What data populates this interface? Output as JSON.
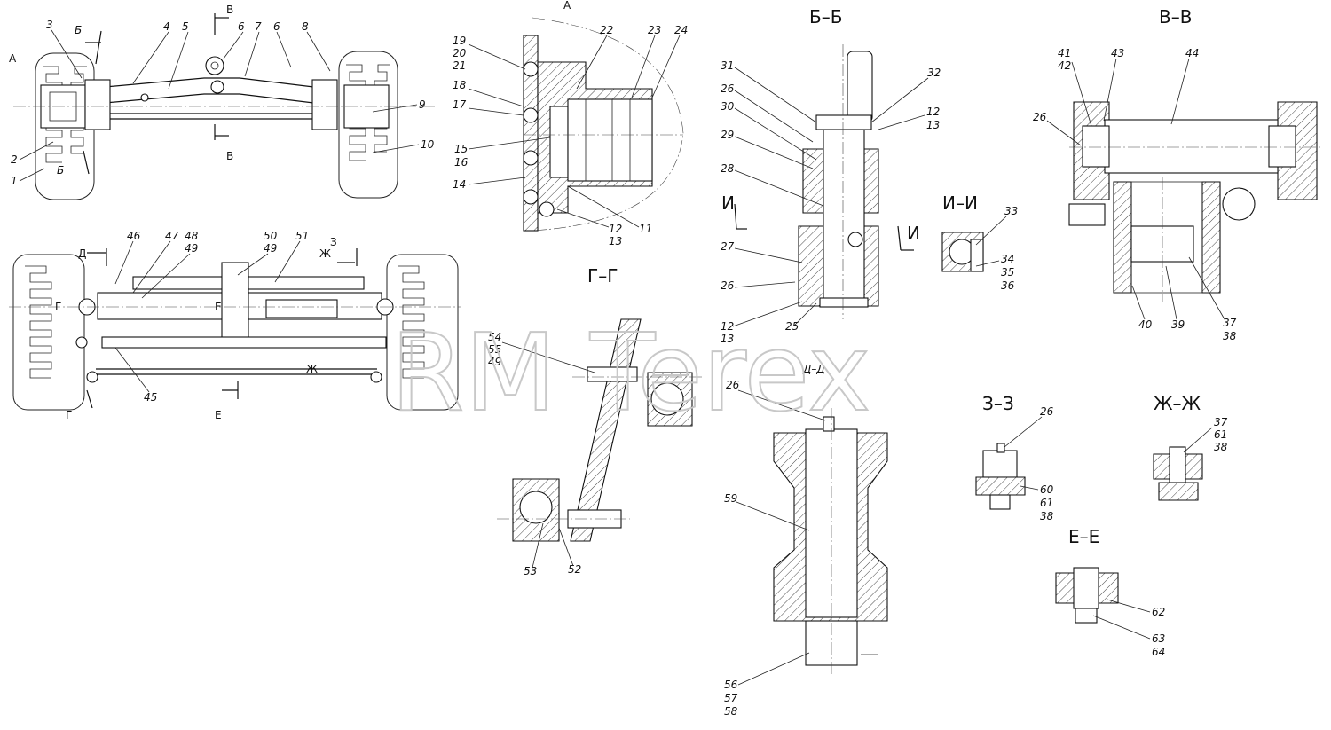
{
  "watermark": "RM Terex",
  "sections": {
    "a": "А",
    "bb": "Б–Б",
    "vv": "В–В",
    "gg": "Г–Г",
    "ii": "И–И",
    "zz": "З–З",
    "zhzh": "Ж–Ж",
    "ee": "Е–Е",
    "dd": "Д–Д"
  },
  "cut_letters": {
    "a": "А",
    "b": "Б",
    "v": "В",
    "g": "Г",
    "d": "Д",
    "e": "Е",
    "zh": "Ж",
    "z": "З",
    "i": "И"
  },
  "callouts": {
    "top_view": [
      "3",
      "Б",
      "4",
      "5",
      "6",
      "7",
      "6",
      "8",
      "9",
      "10",
      "2",
      "Б",
      "1"
    ],
    "view_a": [
      "19",
      "20",
      "21",
      "22",
      "23",
      "24",
      "18",
      "17",
      "15",
      "16",
      "14",
      "12",
      "13",
      "11"
    ],
    "bb": [
      "31",
      "26",
      "30",
      "29",
      "28",
      "27",
      "26",
      "12",
      "13",
      "25",
      "32",
      "12",
      "13"
    ],
    "vv": [
      "41",
      "42",
      "43",
      "44",
      "26",
      "40",
      "39",
      "37",
      "38"
    ],
    "ii": [
      "33",
      "34",
      "35",
      "36"
    ],
    "bottom_view": [
      "46",
      "47",
      "48",
      "49",
      "50",
      "49",
      "51",
      "45"
    ],
    "gg": [
      "54",
      "55",
      "49",
      "53",
      "52"
    ],
    "dd": [
      "26",
      "59",
      "56",
      "57",
      "58"
    ],
    "zz": [
      "26",
      "60",
      "61",
      "38"
    ],
    "zhzh": [
      "37",
      "61",
      "38"
    ],
    "ee": [
      "62",
      "63",
      "64"
    ]
  }
}
